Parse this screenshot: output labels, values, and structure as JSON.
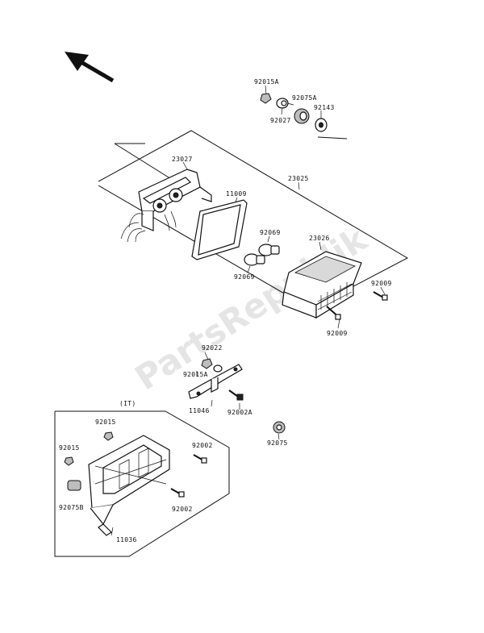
{
  "diagram": {
    "watermark": "PartsRepublik",
    "variant_mark": "(IT)",
    "labels": {
      "p92015A_top": "92015A",
      "p92075A": "92075A",
      "p92143": "92143",
      "p92027": "92027",
      "p23027": "23027",
      "p23025": "23025",
      "p11009": "11009",
      "p92069_a": "92069",
      "p92069_b": "92069",
      "p23026": "23026",
      "p92009_a": "92009",
      "p92009_b": "92009",
      "p92022": "92022",
      "p92015A_mid": "92015A",
      "p11046": "11046",
      "p92002A": "92002A",
      "p92075": "92075",
      "p92015_a": "92015",
      "p92015_b": "92015",
      "p92002_a": "92002",
      "p92002_b": "92002",
      "p92075B": "92075B",
      "p11036": "11036"
    },
    "colors": {
      "ink": "#111111",
      "watermark": "#cfcfcf",
      "background": "#ffffff"
    }
  }
}
